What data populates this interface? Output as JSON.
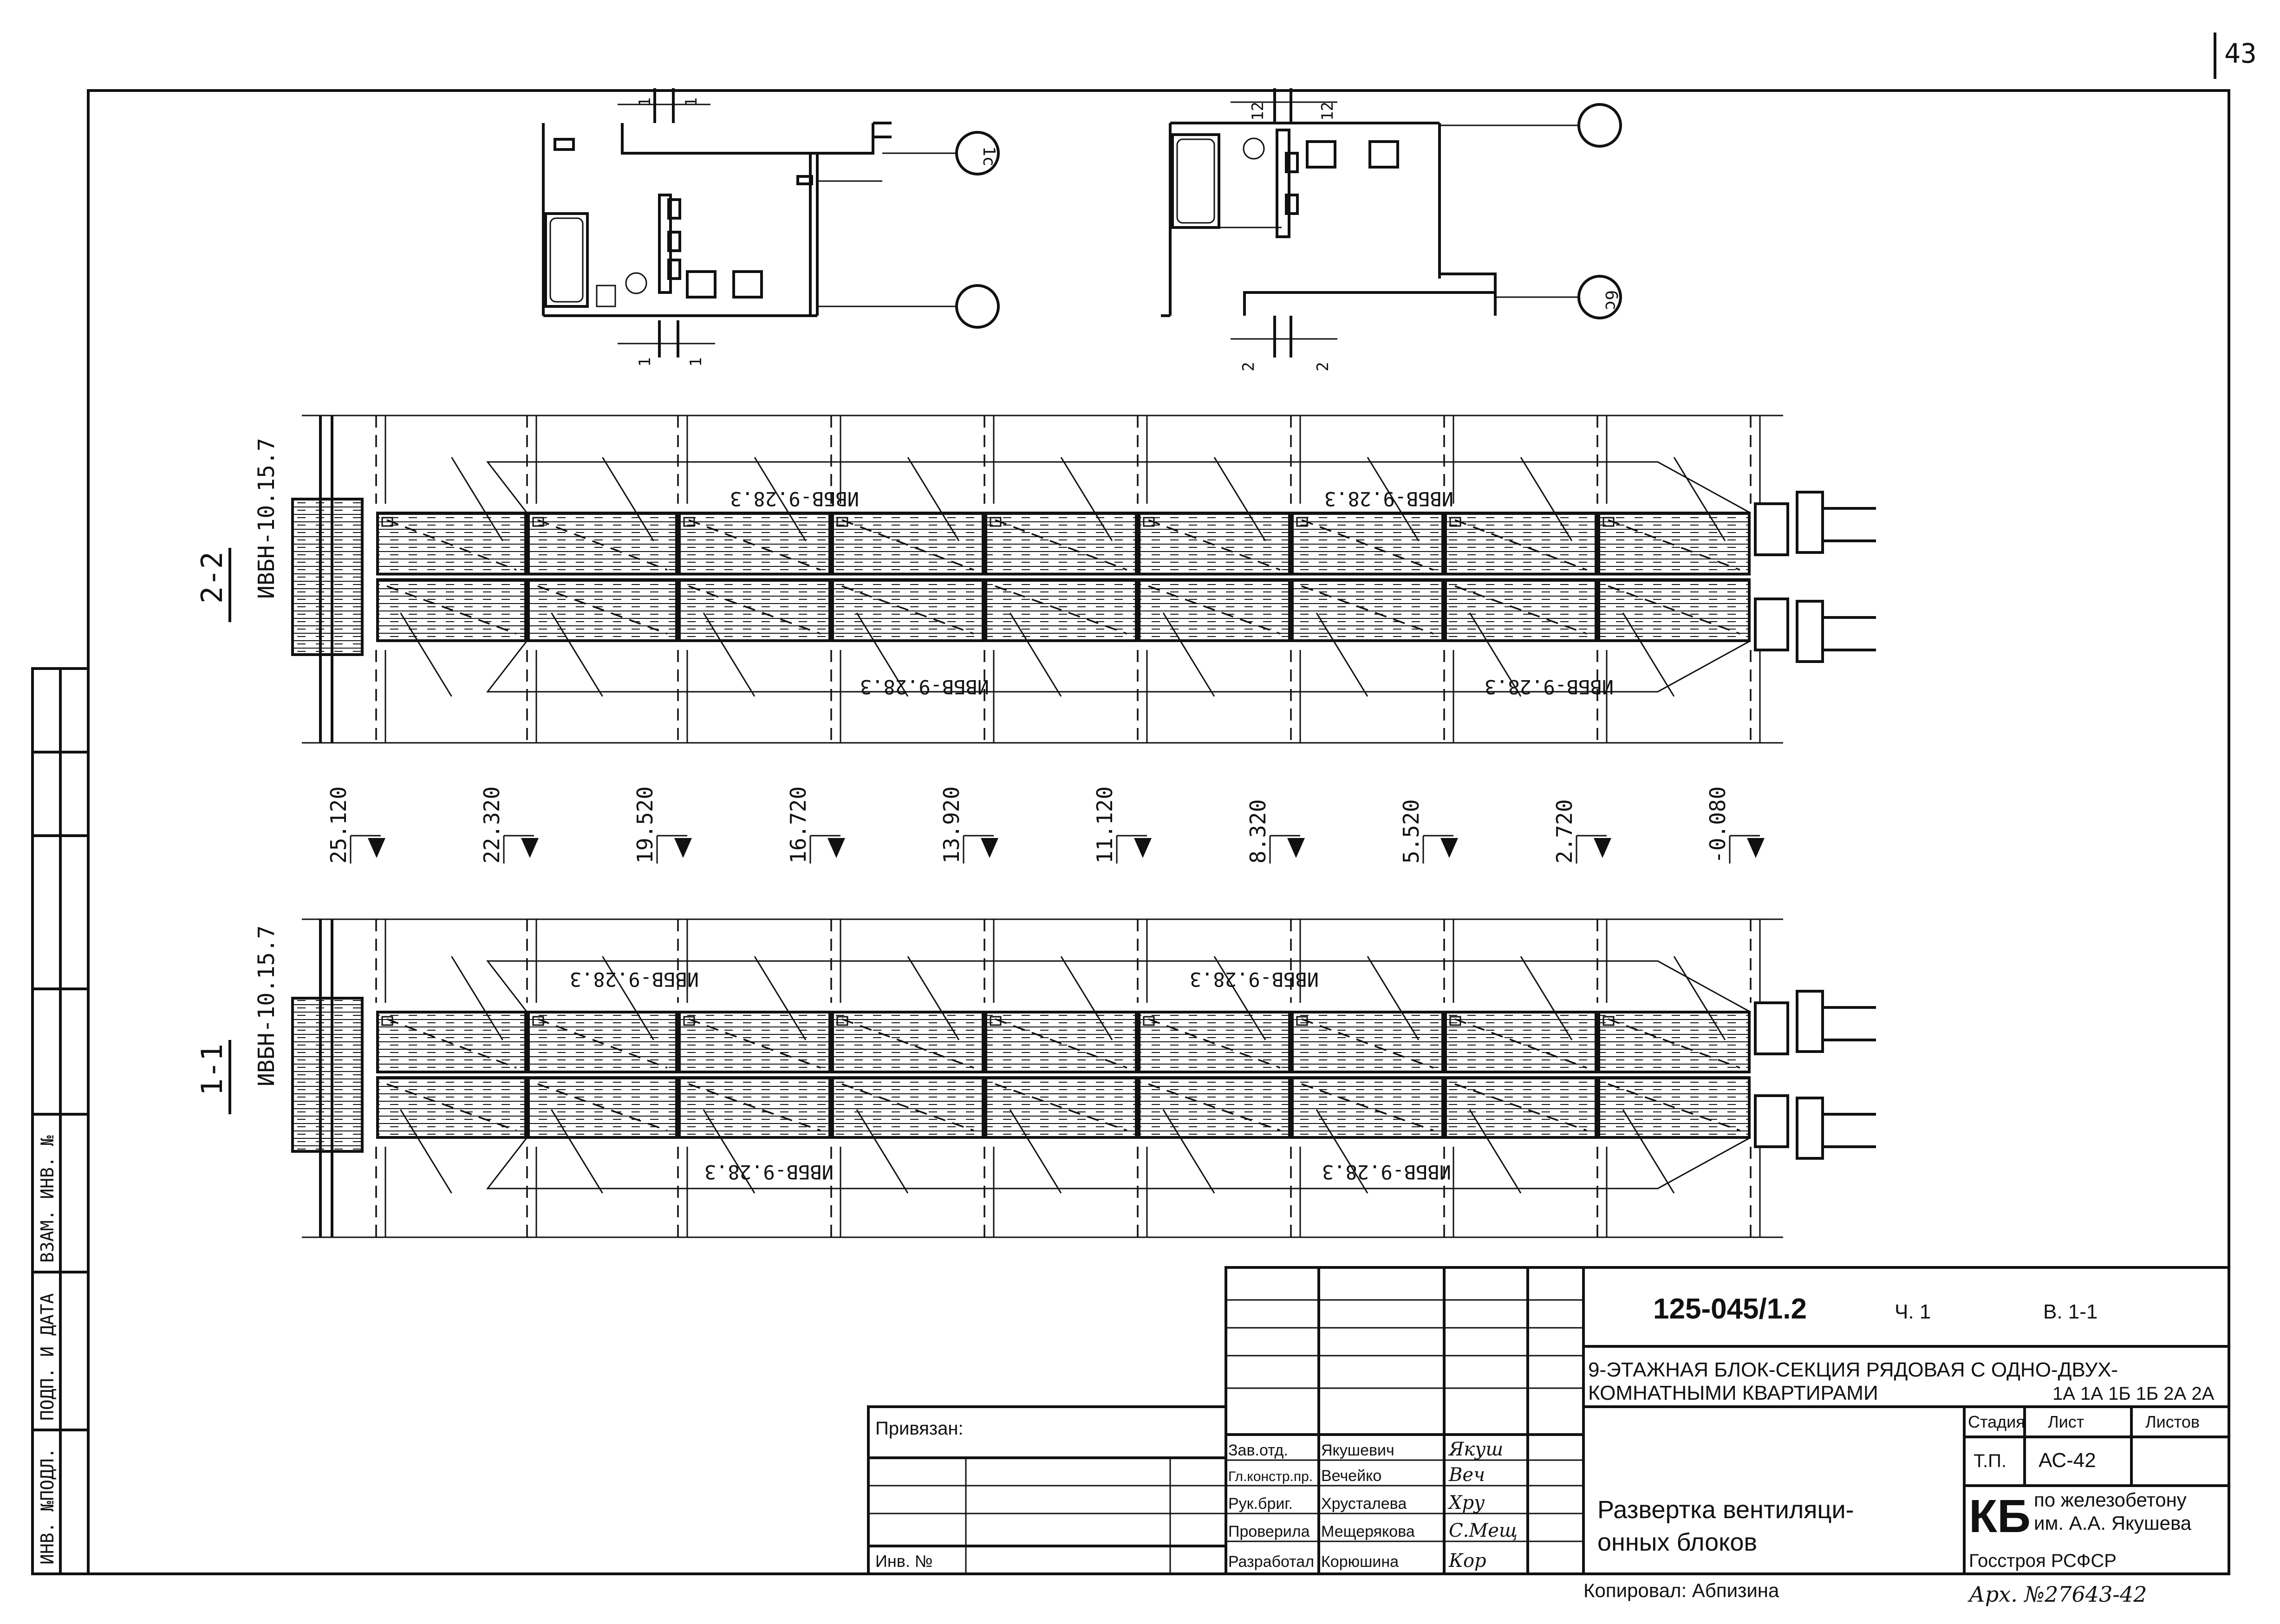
{
  "page_number": "43",
  "plans": {
    "left": {
      "axis_label": "1с",
      "dim_top_left": "1",
      "dim_top_right": "1",
      "dim_bot_left": "1",
      "dim_bot_right": "1"
    },
    "right": {
      "axis_label": "6с",
      "dim_top_left": "12",
      "dim_top_right": "12",
      "dim_bot_left": "2",
      "dim_bot_right": "2"
    }
  },
  "section_2_2": {
    "label": "2-2",
    "block_mark": "ИВБН-10.15.7",
    "tag_top_left": "ИВБВ-9.28.3",
    "tag_top_right": "ИВБВ-9.28.3",
    "tag_bottom_left": "ИВБВ-9.28.3",
    "tag_bottom_right": "ИВБВ-9.28.3"
  },
  "section_1_1": {
    "label": "1-1",
    "block_mark": "ИВБН-10.15.7",
    "tag_top_left": "ИВБВ-9.28.3",
    "tag_top_right": "ИВБВ-9.28.3",
    "tag_bottom_left": "ИВБВ-9.28.3",
    "tag_bottom_right": "ИВБВ-9.28.3"
  },
  "elevations": [
    "25.120",
    "22.320",
    "19.520",
    "16.720",
    "13.920",
    "11.120",
    "8.320",
    "5.520",
    "2.720",
    "-0.080"
  ],
  "side_stamp": [
    "ИНВ. №ПОДЛ.",
    "ПОДП. И ДАТА",
    "ВЗАМ. ИНВ. №"
  ],
  "title_block": {
    "doc_code": "125-045/1.2",
    "part": "Ч. 1",
    "issue": "В. 1-1",
    "description_line1": "9-ЭТАЖНАЯ БЛОК-СЕКЦИЯ РЯДОВАЯ С ОДНО-ДВУХ-",
    "description_line2": "КОМНАТНЫМИ КВАРТИРАМИ",
    "apartment_types": "1А 1А 1Б 1Б 2А 2А",
    "bound_label": "Привязан:",
    "inv_label": "Инв. №",
    "stage_header": "Стадия",
    "sheet_header": "Лист",
    "sheets_header": "Листов",
    "stage_value": "Т.П.",
    "sheet_value": "АС-42",
    "sheet_title_line1": "Развертка вентиляци-",
    "sheet_title_line2": "онных блоков",
    "org_logo": "КБ",
    "org_line1": "по железобетону",
    "org_line2": "им. А.А. Якушева",
    "org_line3": "Госстроя РСФСР",
    "copied_by": "Копировал: Абпизина",
    "archive_number": "Арх. №27643-42",
    "staff": [
      {
        "role": "Зав.отд.",
        "name": "Якушевич",
        "signature": "Якуш"
      },
      {
        "role": "Гл.констр.пр.",
        "name": "Вечейко",
        "signature": "Веч"
      },
      {
        "role": "Рук.бриг.",
        "name": "Хрусталева",
        "signature": "Хру"
      },
      {
        "role": "Проверила",
        "name": "Мещерякова",
        "signature": "С.Мещ"
      },
      {
        "role": "Разработал",
        "name": "Корюшина",
        "signature": "Кор"
      }
    ]
  }
}
